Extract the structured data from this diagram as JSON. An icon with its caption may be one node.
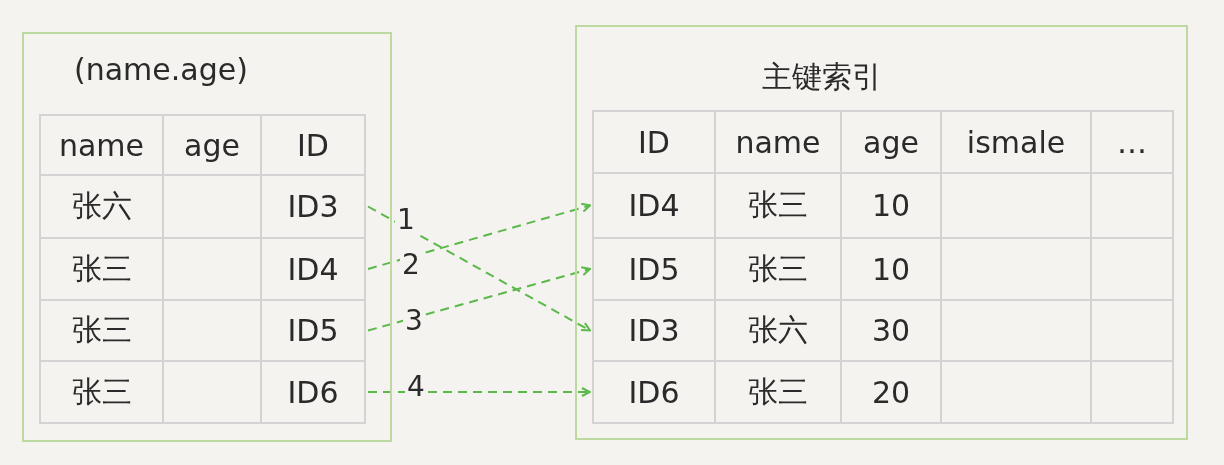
{
  "diagram": {
    "nodes": [
      {
        "text": [
          "(name.age)"
        ]
      },
      {
        "text": [
          "ID3"
        ],
        "in": 0
      },
      {
        "text": [
          "ID4"
        ],
        "in": 0
      },
      {
        "text": [
          "ID5"
        ],
        "in": 0
      },
      {
        "text": [
          "ID6"
        ],
        "in": 0
      },
      {
        "text": [
          "主键索引"
        ]
      },
      {
        "text": [
          "ID4"
        ],
        "in": 5
      },
      {
        "text": [
          "ID5"
        ],
        "in": 5
      },
      {
        "text": [
          "ID3"
        ],
        "in": 5
      },
      {
        "text": [
          "ID6"
        ],
        "in": 5
      }
    ],
    "edges": [
      {
        "from": 1,
        "to": 8,
        "arrow": "to",
        "label": "1",
        "style": "dashed"
      },
      {
        "from": 2,
        "to": 6,
        "arrow": "to",
        "label": "2",
        "style": "dashed"
      },
      {
        "from": 3,
        "to": 7,
        "arrow": "to",
        "label": "3",
        "style": "dashed"
      },
      {
        "from": 4,
        "to": 9,
        "arrow": "to",
        "label": "4",
        "style": "dashed"
      }
    ],
    "labels": [
      "name",
      "age",
      "ID",
      "张六",
      "张三",
      "张三",
      "张三",
      "ID",
      "name",
      "age",
      "ismale",
      "…",
      "张三",
      "10",
      "张三",
      "10",
      "张六",
      "30",
      "张三",
      "20"
    ]
  }
}
